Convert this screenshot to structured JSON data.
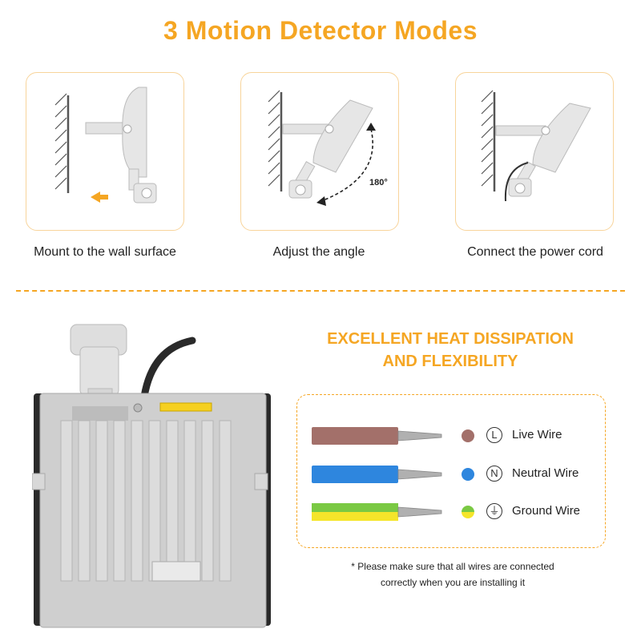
{
  "header": {
    "title": "3 Motion Detector Modes"
  },
  "modes": [
    {
      "caption": "Mount to the wall surface"
    },
    {
      "caption": "Adjust the angle",
      "angle_label": "180°"
    },
    {
      "caption": "Connect the power cord"
    }
  ],
  "heat": {
    "title_line1": "EXCELLENT HEAT DISSIPATION",
    "title_line2": "AND FLEXIBILITY"
  },
  "wires": [
    {
      "symbol": "L",
      "label": "Live Wire",
      "color": "#a3706a"
    },
    {
      "symbol": "N",
      "label": "Neutral Wire",
      "color": "#2e86de"
    },
    {
      "symbol": "⏚",
      "label": "Ground Wire",
      "color": "#7ac943",
      "color2": "#f5e52a"
    }
  ],
  "note": {
    "line1": "* Please make sure that all wires are connected",
    "line2": "correctly when you are installing it"
  },
  "colors": {
    "accent": "#f5a623",
    "panel_border": "#f8d49b",
    "device_gray": "#c9c9c9"
  }
}
